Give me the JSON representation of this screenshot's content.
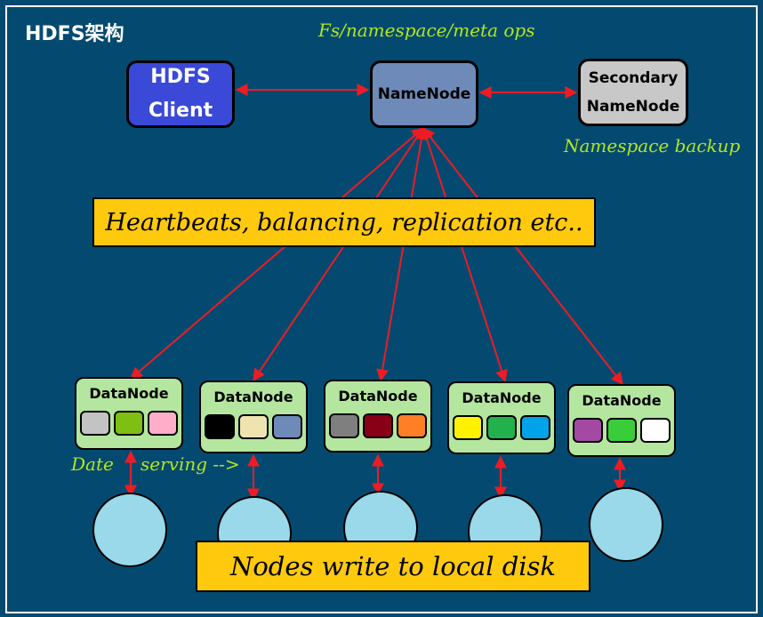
{
  "title": "HDFS架构",
  "nodes": {
    "client": {
      "line1": "HDFS",
      "line2": "Client"
    },
    "namenode": {
      "label": "NameNode"
    },
    "secondary": {
      "line1": "Secondary",
      "line2": "NameNode"
    }
  },
  "notes": {
    "namenode_ops": "Fs/namespace/meta ops",
    "secondary_role": "Namespace backup",
    "serving_left": "Date",
    "serving_right": "serving -->"
  },
  "banners": {
    "top": "Heartbeats, balancing, replication etc..",
    "bottom": "Nodes write to local disk"
  },
  "colors": {
    "background": "#044a70",
    "arrow": "#ed1c24",
    "client_fill": "#3a49d8",
    "namenode_fill": "#6e8ab9",
    "secondary_fill": "#c8c8c8",
    "banner_fill": "#ffc90e",
    "datanode_fill": "#b5e6a0",
    "disk_fill": "#99d9ea",
    "note_text": "#b5e61d"
  },
  "datanodes": [
    {
      "label": "DataNode",
      "blocks": [
        "#c3c3c3",
        "#7dbf13",
        "#ffaec9"
      ]
    },
    {
      "label": "DataNode",
      "blocks": [
        "#000000",
        "#efe4b0",
        "#6e8ab9"
      ]
    },
    {
      "label": "DataNode",
      "blocks": [
        "#7f7f7f",
        "#880015",
        "#ff7f27"
      ]
    },
    {
      "label": "DataNode",
      "blocks": [
        "#fff200",
        "#22b14c",
        "#00a2e8"
      ]
    },
    {
      "label": "DataNode",
      "blocks": [
        "#a349a4",
        "#3acd3a",
        "#ffffff"
      ]
    }
  ]
}
